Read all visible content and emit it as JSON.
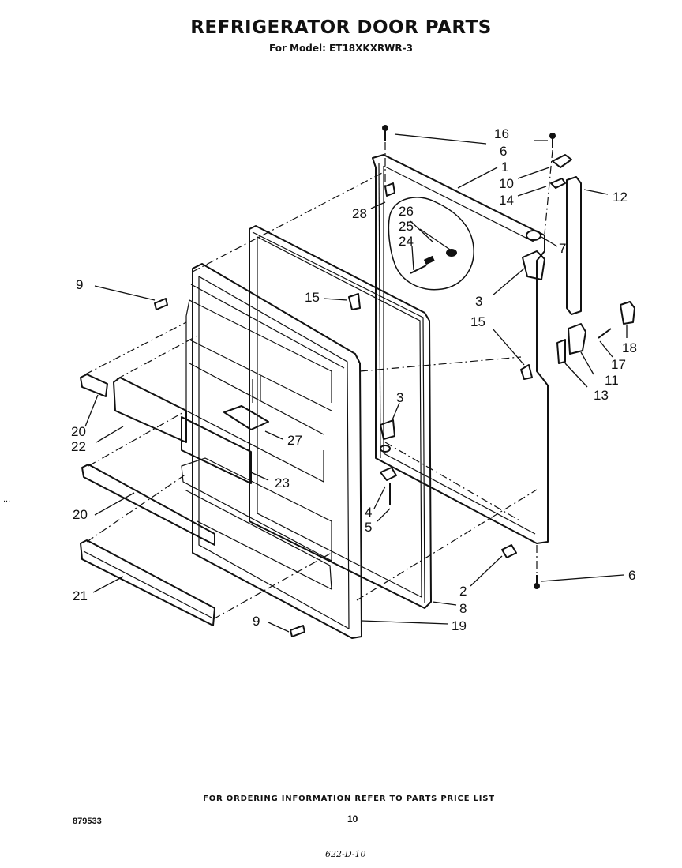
{
  "header": {
    "title": "REFRIGERATOR DOOR PARTS",
    "subtitle": "For Model: ET18XKXRWR-3"
  },
  "footer": {
    "order_note": "FOR ORDERING INFORMATION REFER TO PARTS PRICE LIST",
    "page_number": "10",
    "document_number": "879533",
    "handwritten_note": "622-D-10"
  },
  "edge_mark": "...",
  "callouts": [
    {
      "id": "c16",
      "text": "16"
    },
    {
      "id": "c6a",
      "text": "6"
    },
    {
      "id": "c1",
      "text": "1"
    },
    {
      "id": "c10",
      "text": "10"
    },
    {
      "id": "c14",
      "text": "14"
    },
    {
      "id": "c12",
      "text": "12"
    },
    {
      "id": "c28",
      "text": "28"
    },
    {
      "id": "c26",
      "text": "26"
    },
    {
      "id": "c25",
      "text": "25"
    },
    {
      "id": "c24",
      "text": "24"
    },
    {
      "id": "c7",
      "text": "7"
    },
    {
      "id": "c9a",
      "text": "9"
    },
    {
      "id": "c15a",
      "text": "15"
    },
    {
      "id": "c3a",
      "text": "3"
    },
    {
      "id": "c15b",
      "text": "15"
    },
    {
      "id": "c18",
      "text": "18"
    },
    {
      "id": "c17",
      "text": "17"
    },
    {
      "id": "c11",
      "text": "11"
    },
    {
      "id": "c13",
      "text": "13"
    },
    {
      "id": "c3b",
      "text": "3"
    },
    {
      "id": "c20a",
      "text": "20"
    },
    {
      "id": "c22",
      "text": "22"
    },
    {
      "id": "c27",
      "text": "27"
    },
    {
      "id": "c23",
      "text": "23"
    },
    {
      "id": "c20b",
      "text": "20"
    },
    {
      "id": "c4",
      "text": "4"
    },
    {
      "id": "c5",
      "text": "5"
    },
    {
      "id": "c6b",
      "text": "6"
    },
    {
      "id": "c2",
      "text": "2"
    },
    {
      "id": "c8",
      "text": "8"
    },
    {
      "id": "c21",
      "text": "21"
    },
    {
      "id": "c9b",
      "text": "9"
    },
    {
      "id": "c19",
      "text": "19"
    }
  ]
}
